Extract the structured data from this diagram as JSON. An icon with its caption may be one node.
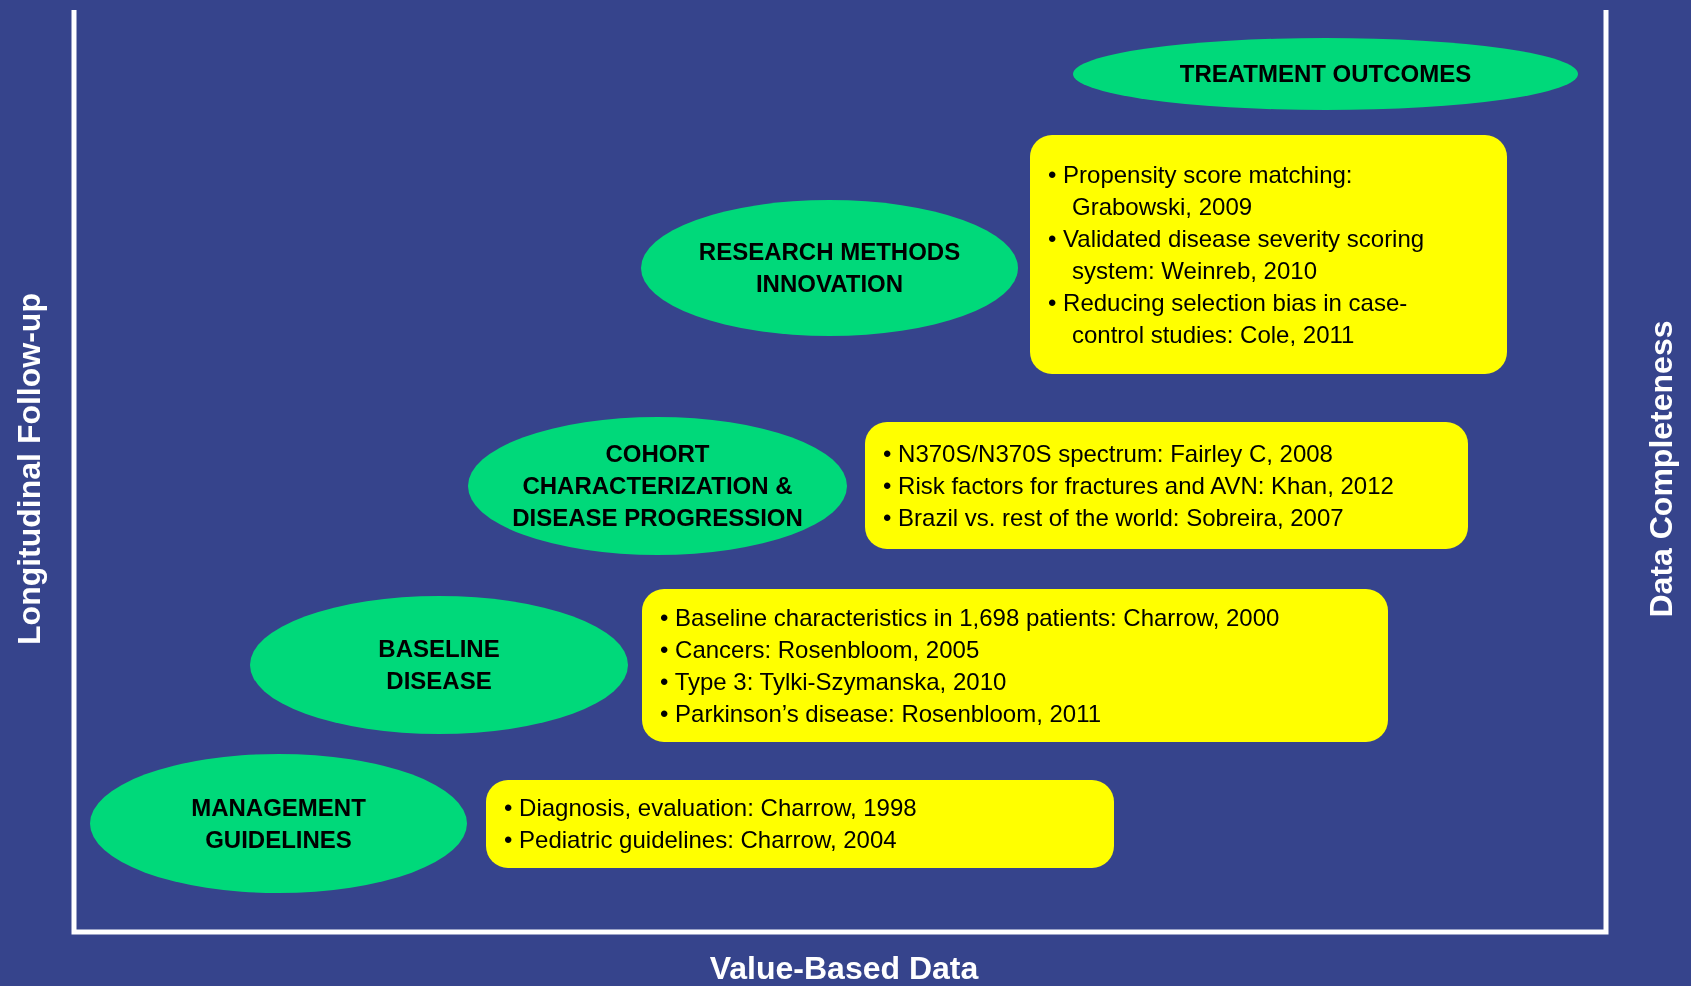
{
  "diagram": {
    "nodes": [
      {
        "text": [
          "TREATMENT OUTCOMES"
        ]
      },
      {
        "text": [
          "RESEARCH METHODS INNOVATION"
        ]
      },
      {
        "text": [
          "• Propensity score matching: Grabowski, 2009",
          "• Validated disease severity scoring system: Weinreb, 2010",
          "• Reducing selection bias in case-control studies: Cole, 2011"
        ]
      },
      {
        "text": [
          "COHORT CHARACTERIZATION & DISEASE PROGRESSION"
        ]
      },
      {
        "text": [
          "• N370S/N370S spectrum: Fairley C, 2008",
          "• Risk factors for fractures and AVN: Khan, 2012",
          "• Brazil vs. rest of the world: Sobreira, 2007"
        ]
      },
      {
        "text": [
          "BASELINE DISEASE"
        ]
      },
      {
        "text": [
          "• Baseline characteristics in 1,698 patients: Charrow, 2000",
          "• Cancers: Rosenbloom, 2005",
          "• Type 3: Tylki-Szymanska, 2010",
          "• Parkinson’s disease: Rosenbloom, 2011"
        ]
      },
      {
        "text": [
          "MANAGEMENT GUIDELINES"
        ]
      },
      {
        "text": [
          "• Diagnosis, evaluation: Charrow, 1998",
          "• Pediatric guidelines: Charrow, 2004"
        ]
      }
    ],
    "labels": [
      "Longitudinal Follow-up",
      "Data Completeness",
      "Value-Based Data"
    ]
  }
}
